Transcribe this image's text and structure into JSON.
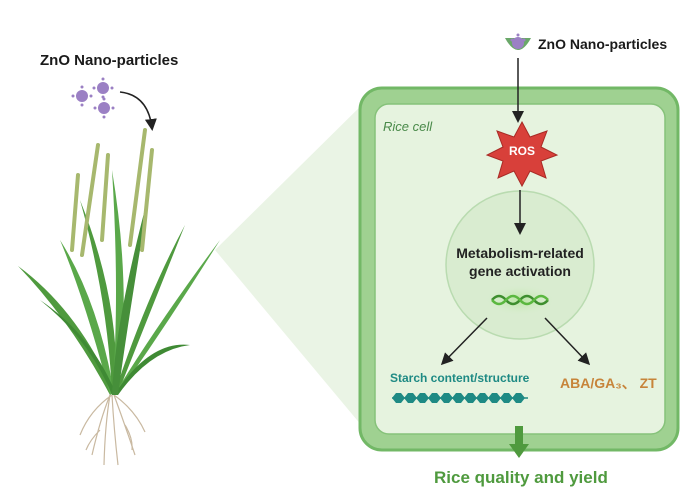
{
  "left_title": "ZnO Nano-particles",
  "top_title": "ZnO Nano-particles",
  "cell_label": "Rice cell",
  "ros_label": "ROS",
  "nucleus": {
    "line1": "Metabolism-related",
    "line2": "gene activation"
  },
  "starch_label": "Starch content/structure",
  "hormone_label": "ABA/GA₃、 ZT",
  "output_label": "Rice quality and yield",
  "colors": {
    "cell_border": "#72b866",
    "cell_fill": "#e6f3df",
    "ros": "#d8403a",
    "nucleus": "#d9ecd0",
    "starch": "#1e8a84",
    "hormone": "#c7843a",
    "output": "#4f9a3e",
    "nanoparticle": "#9b80c4"
  },
  "icons": [
    "nanoparticle-icon",
    "rice-plant-icon",
    "dna-icon",
    "arrow-icon"
  ]
}
